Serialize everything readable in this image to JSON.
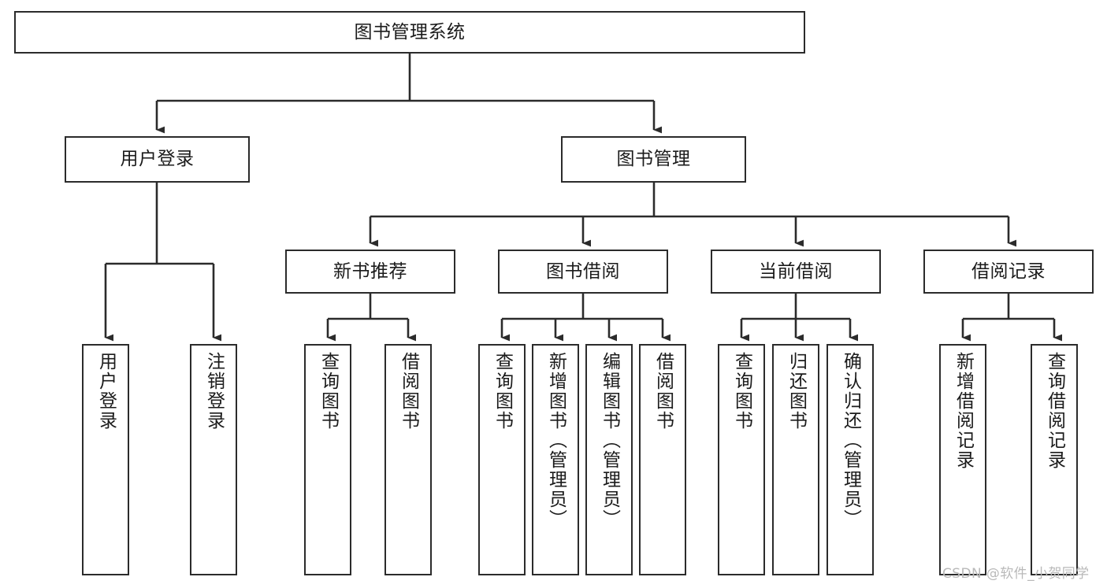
{
  "diagram": {
    "title": "图书管理系统",
    "type": "tree-hierarchy-chart",
    "orientation": "top-down",
    "colors": {
      "box_border": "#2b2b2b",
      "box_fill": "#ffffff",
      "edge": "#2b2b2b",
      "text": "#1b1b1b",
      "background": "#ffffff",
      "watermark": "#b9b9b9"
    },
    "levels": {
      "root": "图书管理系统",
      "level2": [
        "用户登录",
        "图书管理"
      ],
      "level3": [
        "新书推荐",
        "图书借阅",
        "当前借阅",
        "借阅记录"
      ]
    },
    "nodes": {
      "root": {
        "label": "图书管理系统"
      },
      "user_login": {
        "label": "用户登录"
      },
      "book_manage": {
        "label": "图书管理"
      },
      "new_book_rec": {
        "label": "新书推荐"
      },
      "book_borrow": {
        "label": "图书借阅"
      },
      "current_borrow": {
        "label": "当前借阅"
      },
      "borrow_record": {
        "label": "借阅记录"
      },
      "leaf_user_login": {
        "label": "用户登录"
      },
      "leaf_logout_login": {
        "label": "注销登录"
      },
      "leaf_query_book_1": {
        "label": "查询图书"
      },
      "leaf_borrow_book_1": {
        "label": "借阅图书"
      },
      "leaf_query_book_2": {
        "label": "查询图书"
      },
      "leaf_add_book_admin": {
        "label": "新增图书（管理员）"
      },
      "leaf_edit_book_admin": {
        "label": "编辑图书（管理员）"
      },
      "leaf_borrow_book_2": {
        "label": "借阅图书"
      },
      "leaf_query_book_3": {
        "label": "查询图书"
      },
      "leaf_return_book": {
        "label": "归还图书"
      },
      "leaf_confirm_return_admin": {
        "label": "确认归还（管理员）"
      },
      "leaf_add_borrow_record": {
        "label": "新增借阅记录"
      },
      "leaf_query_borrow_record": {
        "label": "查询借阅记录"
      }
    },
    "edges": [
      {
        "from": "root",
        "to": "user_login"
      },
      {
        "from": "root",
        "to": "book_manage"
      },
      {
        "from": "user_login",
        "to": "leaf_user_login"
      },
      {
        "from": "user_login",
        "to": "leaf_logout_login"
      },
      {
        "from": "book_manage",
        "to": "new_book_rec"
      },
      {
        "from": "book_manage",
        "to": "book_borrow"
      },
      {
        "from": "book_manage",
        "to": "current_borrow"
      },
      {
        "from": "book_manage",
        "to": "borrow_record"
      },
      {
        "from": "new_book_rec",
        "to": "leaf_query_book_1"
      },
      {
        "from": "new_book_rec",
        "to": "leaf_borrow_book_1"
      },
      {
        "from": "book_borrow",
        "to": "leaf_query_book_2"
      },
      {
        "from": "book_borrow",
        "to": "leaf_add_book_admin"
      },
      {
        "from": "book_borrow",
        "to": "leaf_edit_book_admin"
      },
      {
        "from": "book_borrow",
        "to": "leaf_borrow_book_2"
      },
      {
        "from": "current_borrow",
        "to": "leaf_query_book_3"
      },
      {
        "from": "current_borrow",
        "to": "leaf_return_book"
      },
      {
        "from": "current_borrow",
        "to": "leaf_confirm_return_admin"
      },
      {
        "from": "borrow_record",
        "to": "leaf_add_borrow_record"
      },
      {
        "from": "borrow_record",
        "to": "leaf_query_borrow_record"
      }
    ],
    "watermark": "CSDN @软件_小贺同学"
  }
}
